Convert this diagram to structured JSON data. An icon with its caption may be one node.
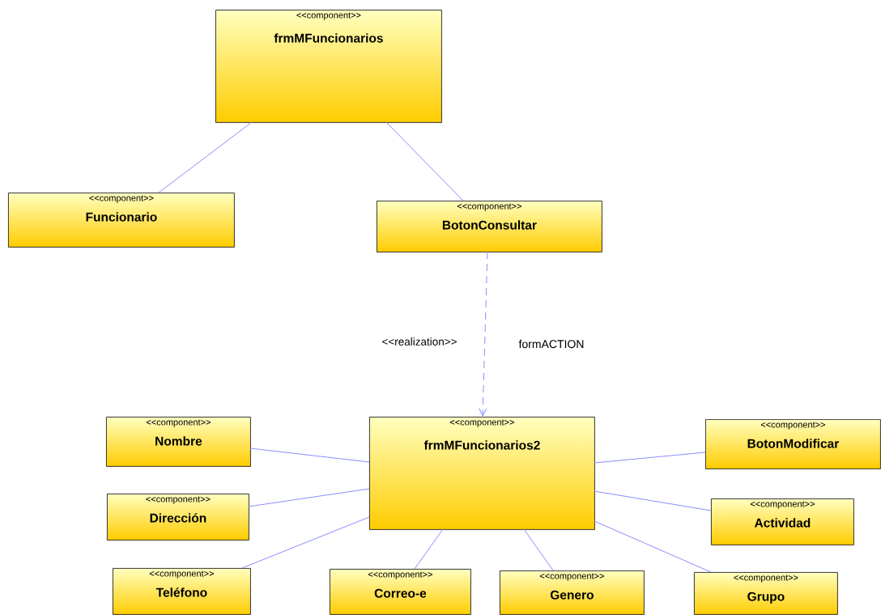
{
  "diagram": {
    "nodes": [
      {
        "text": [
          "<<component>>",
          "frmMFuncionarios"
        ]
      },
      {
        "text": [
          "<<component>>",
          "Funcionario"
        ]
      },
      {
        "text": [
          "<<component>>",
          "BotonConsultar"
        ]
      },
      {
        "text": [
          "<<component>>",
          "frmMFuncionarios2"
        ]
      },
      {
        "text": [
          "<<component>>",
          "Nombre"
        ]
      },
      {
        "text": [
          "<<component>>",
          "BotonModificar"
        ]
      },
      {
        "text": [
          "<<component>>",
          "Dirección"
        ]
      },
      {
        "text": [
          "<<component>>",
          "Actividad"
        ]
      },
      {
        "text": [
          "<<component>>",
          "Teléfono"
        ]
      },
      {
        "text": [
          "<<component>>",
          "Correo-e"
        ]
      },
      {
        "text": [
          "<<component>>",
          "Genero"
        ]
      },
      {
        "text": [
          "<<component>>",
          "Grupo"
        ]
      }
    ],
    "edges": [
      {
        "from": 0,
        "to": 1,
        "arrow": "none"
      },
      {
        "from": 0,
        "to": 2,
        "arrow": "none"
      },
      {
        "from": 2,
        "to": 3,
        "arrow": "to",
        "style": "dashed",
        "label": "<<realization>>"
      },
      {
        "from": 3,
        "to": 4,
        "arrow": "none"
      },
      {
        "from": 3,
        "to": 6,
        "arrow": "none"
      },
      {
        "from": 3,
        "to": 8,
        "arrow": "none"
      },
      {
        "from": 3,
        "to": 9,
        "arrow": "none"
      },
      {
        "from": 3,
        "to": 10,
        "arrow": "none"
      },
      {
        "from": 3,
        "to": 11,
        "arrow": "none"
      },
      {
        "from": 3,
        "to": 7,
        "arrow": "none"
      },
      {
        "from": 3,
        "to": 5,
        "arrow": "none"
      }
    ],
    "labels": [
      "formACTION"
    ]
  }
}
